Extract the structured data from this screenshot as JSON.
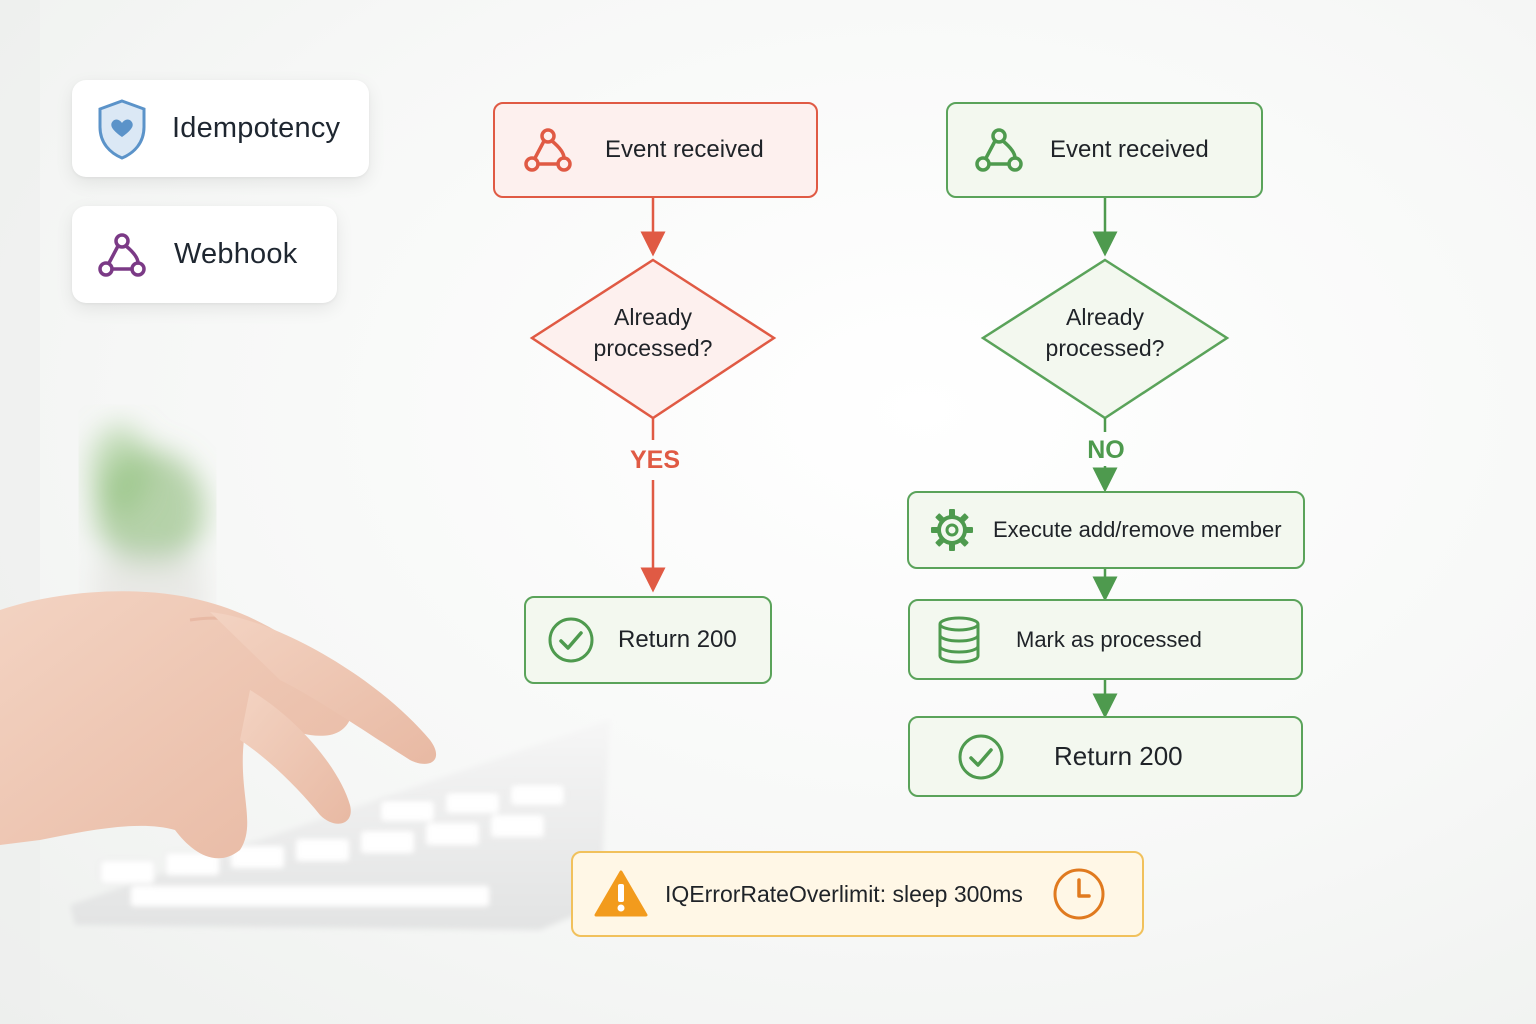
{
  "tags": {
    "idempotency": {
      "label": "Idempotency",
      "icon": "shield-icon"
    },
    "webhook": {
      "label": "Webhook",
      "icon": "webhook-icon"
    }
  },
  "left_flow": {
    "start": {
      "label": "Event received",
      "icon": "webhook-icon"
    },
    "decision": {
      "line1": "Already",
      "line2": "processed?"
    },
    "branch": "YES",
    "end": {
      "label": "Return 200",
      "icon": "check-circle-icon"
    }
  },
  "right_flow": {
    "start": {
      "label": "Event received",
      "icon": "webhook-icon"
    },
    "decision": {
      "line1": "Already",
      "line2": "processed?"
    },
    "branch": "NO",
    "execute": {
      "label": "Execute add/remove member",
      "icon": "gear-icon"
    },
    "mark": {
      "label": "Mark as processed",
      "icon": "database-icon"
    },
    "end": {
      "label": "Return 200",
      "icon": "check-circle-icon"
    }
  },
  "warning": {
    "label": "IQErrorRateOverlimit: sleep 300ms",
    "icon": "warning-icon",
    "trailing_icon": "clock-icon"
  },
  "colors": {
    "red": "#e05a44",
    "green": "#4e9a4e",
    "orange": "#f29b1d",
    "purple": "#7b3a86",
    "shield": "#5b93c9"
  }
}
